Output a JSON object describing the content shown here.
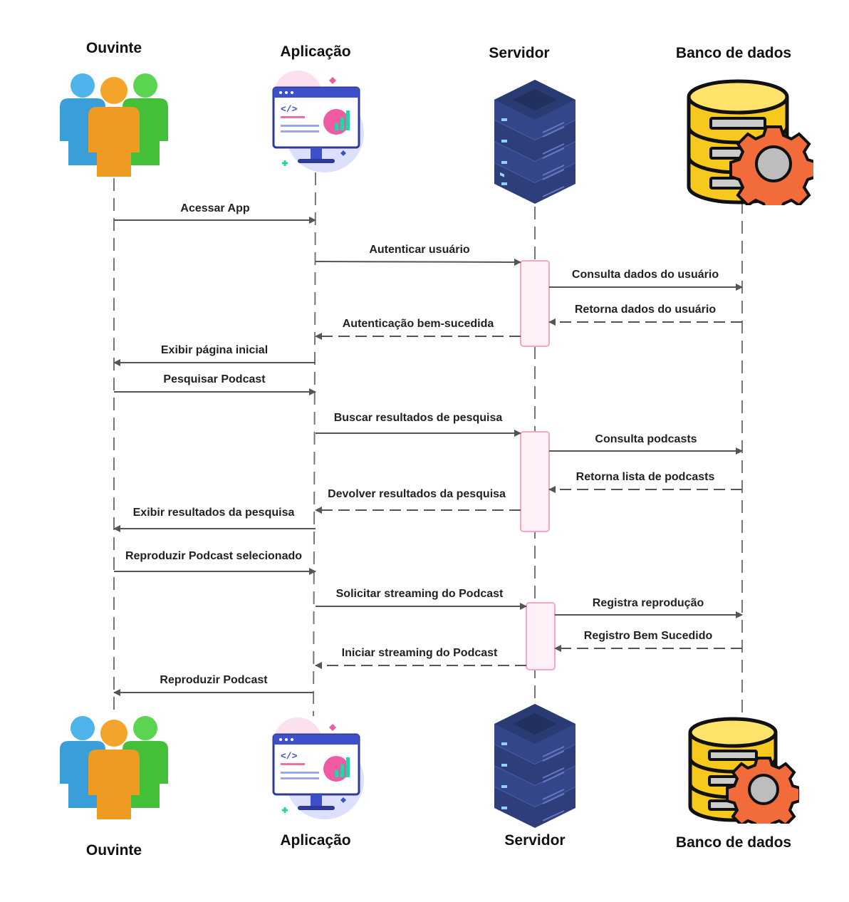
{
  "colors": {
    "lifeline": "#777777",
    "arrow": "#555555",
    "activation_fill": "#fff0f8",
    "activation_border": "#f4a6c8"
  },
  "participants": [
    {
      "id": "ouvinte",
      "label": "Ouvinte",
      "icon": "people-group-icon"
    },
    {
      "id": "aplicacao",
      "label": "Aplicação",
      "icon": "app-monitor-icon"
    },
    {
      "id": "servidor",
      "label": "Servidor",
      "icon": "server-stack-icon"
    },
    {
      "id": "banco",
      "label": "Banco de dados",
      "icon": "database-gear-icon"
    }
  ],
  "messages": [
    {
      "from": "ouvinte",
      "to": "aplicacao",
      "label": "Acessar App",
      "style": "solid"
    },
    {
      "from": "aplicacao",
      "to": "servidor",
      "label": "Autenticar usuário",
      "style": "solid"
    },
    {
      "from": "servidor",
      "to": "banco",
      "label": "Consulta dados do usuário",
      "style": "solid"
    },
    {
      "from": "banco",
      "to": "servidor",
      "label": "Retorna dados do usuário",
      "style": "dashed"
    },
    {
      "from": "servidor",
      "to": "aplicacao",
      "label": "Autenticação bem-sucedida",
      "style": "dashed"
    },
    {
      "from": "aplicacao",
      "to": "ouvinte",
      "label": "Exibir página inicial",
      "style": "solid"
    },
    {
      "from": "ouvinte",
      "to": "aplicacao",
      "label": "Pesquisar Podcast",
      "style": "solid"
    },
    {
      "from": "aplicacao",
      "to": "servidor",
      "label": "Buscar resultados de pesquisa",
      "style": "solid"
    },
    {
      "from": "servidor",
      "to": "banco",
      "label": "Consulta podcasts",
      "style": "solid"
    },
    {
      "from": "banco",
      "to": "servidor",
      "label": "Retorna lista de podcasts",
      "style": "dashed"
    },
    {
      "from": "servidor",
      "to": "aplicacao",
      "label": "Devolver resultados da pesquisa",
      "style": "dashed"
    },
    {
      "from": "aplicacao",
      "to": "ouvinte",
      "label": "Exibir resultados da pesquisa",
      "style": "solid"
    },
    {
      "from": "ouvinte",
      "to": "aplicacao",
      "label": "Reproduzir Podcast selecionado",
      "style": "solid"
    },
    {
      "from": "aplicacao",
      "to": "servidor",
      "label": "Solicitar streaming do Podcast",
      "style": "solid"
    },
    {
      "from": "servidor",
      "to": "banco",
      "label": "Registra reprodução",
      "style": "solid"
    },
    {
      "from": "banco",
      "to": "servidor",
      "label": "Registro Bem Sucedido",
      "style": "dashed"
    },
    {
      "from": "servidor",
      "to": "aplicacao",
      "label": "Iniciar streaming do Podcast",
      "style": "dashed"
    },
    {
      "from": "aplicacao",
      "to": "ouvinte",
      "label": "Reproduzir Podcast",
      "style": "solid"
    }
  ]
}
